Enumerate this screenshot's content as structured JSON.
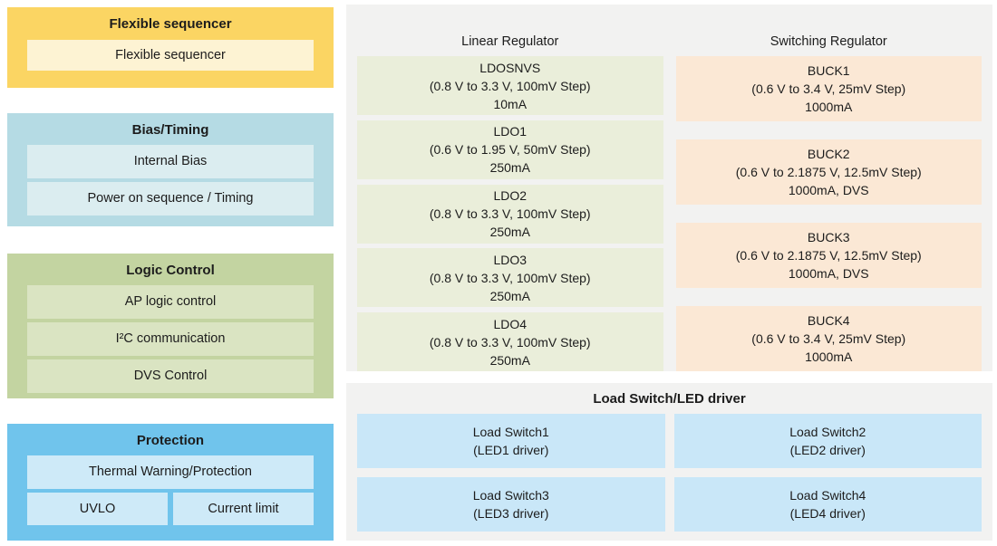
{
  "page": {
    "background": "#ffffff",
    "text_color": "#1c1c1c"
  },
  "left_column": {
    "groups": [
      {
        "id": "flexible-sequencer",
        "title": "Flexible sequencer",
        "bg": "#FBD563",
        "item_bg": "#FDF3D3",
        "items": [
          {
            "label": "Flexible sequencer"
          }
        ]
      },
      {
        "id": "bias-timing",
        "title": "Bias/Timing",
        "bg": "#B5DBE4",
        "item_bg": "#DBEDF0",
        "items": [
          {
            "label": "Internal Bias"
          },
          {
            "label": "Power on sequence / Timing"
          }
        ]
      },
      {
        "id": "logic-control",
        "title": "Logic Control",
        "bg": "#C3D4A1",
        "item_bg": "#DAE4C2",
        "items": [
          {
            "label": "AP logic control"
          },
          {
            "label": "I²C communication"
          },
          {
            "label": "DVS Control"
          }
        ]
      },
      {
        "id": "protection",
        "title": "Protection",
        "bg": "#70C4EC",
        "item_bg": "#CEEAF8",
        "items": [
          {
            "label": "Thermal Warning/Protection"
          }
        ],
        "split_items": [
          {
            "label": "UVLO"
          },
          {
            "label": "Current limit"
          }
        ]
      }
    ]
  },
  "regulators_panel": {
    "bg": "#F2F2F1",
    "linear": {
      "title": "Linear Regulator",
      "box_bg": "#EAEEDA",
      "boxes": [
        {
          "name": "LDOSNVS",
          "range": "(0.8 V to 3.3 V, 100mV Step)",
          "current": "10mA"
        },
        {
          "name": "LDO1",
          "range": "(0.6 V to 1.95 V, 50mV Step)",
          "current": "250mA"
        },
        {
          "name": "LDO2",
          "range": "(0.8 V to 3.3 V, 100mV Step)",
          "current": "250mA"
        },
        {
          "name": "LDO3",
          "range": "(0.8 V to 3.3 V, 100mV Step)",
          "current": "250mA"
        },
        {
          "name": "LDO4",
          "range": "(0.8 V to 3.3 V, 100mV Step)",
          "current": "250mA"
        }
      ]
    },
    "switching": {
      "title": "Switching Regulator",
      "box_bg": "#FBE8D5",
      "boxes": [
        {
          "name": "BUCK1",
          "range": "(0.6 V to 3.4 V, 25mV Step)",
          "current": "1000mA"
        },
        {
          "name": "BUCK2",
          "range": "(0.6 V to 2.1875 V, 12.5mV Step)",
          "current": "1000mA, DVS"
        },
        {
          "name": "BUCK3",
          "range": "(0.6 V to 2.1875 V, 12.5mV Step)",
          "current": "1000mA, DVS"
        },
        {
          "name": "BUCK4",
          "range": "(0.6 V to 3.4 V, 25mV Step)",
          "current": "1000mA"
        }
      ]
    }
  },
  "load_switch_panel": {
    "bg": "#F2F2F1",
    "title": "Load Switch/LED driver",
    "box_bg": "#C9E7F8",
    "boxes": [
      {
        "name": "Load Switch1",
        "sub": "(LED1 driver)"
      },
      {
        "name": "Load Switch2",
        "sub": "(LED2 driver)"
      },
      {
        "name": "Load Switch3",
        "sub": "(LED3 driver)"
      },
      {
        "name": "Load Switch4",
        "sub": "(LED4 driver)"
      }
    ]
  }
}
